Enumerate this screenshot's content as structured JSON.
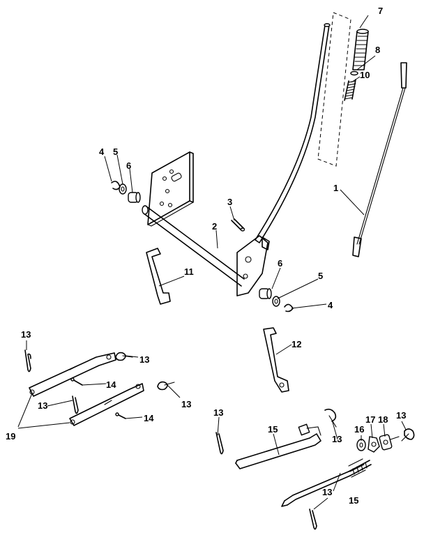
{
  "callouts": {
    "c1": "1",
    "c2": "2",
    "c3": "3",
    "c4a": "4",
    "c4b": "4",
    "c5a": "5",
    "c5b": "5",
    "c6a": "6",
    "c6b": "6",
    "c7": "7",
    "c8": "8",
    "c10": "10",
    "c11": "11",
    "c12": "12",
    "c13a": "13",
    "c13b": "13",
    "c13c": "13",
    "c13d": "13",
    "c13e": "13",
    "c13f": "13",
    "c13g": "13",
    "c13h": "13",
    "c14a": "14",
    "c14b": "14",
    "c15a": "15",
    "c15b": "15",
    "c16": "16",
    "c17": "17",
    "c18": "18",
    "c19": "19"
  }
}
